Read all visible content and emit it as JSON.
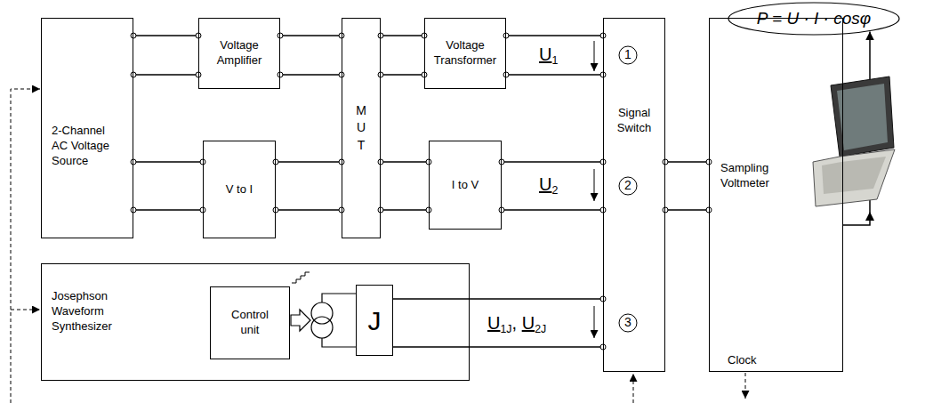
{
  "diagram": {
    "nodes": [
      {
        "text": [
          "2-Channel AC Voltage Source"
        ]
      },
      {
        "text": [
          "Voltage Amplifier"
        ]
      },
      {
        "text": [
          "V to I"
        ]
      },
      {
        "text": [
          "M U T"
        ]
      },
      {
        "text": [
          "Voltage Transformer"
        ]
      },
      {
        "text": [
          "I to V"
        ]
      },
      {
        "text": [
          "Signal Switch"
        ]
      },
      {
        "text": [
          "Sampling Voltmeter",
          "Clock"
        ]
      },
      {
        "text": [
          "Josephson Waveform Synthesizer"
        ]
      },
      {
        "text": [
          "Control unit"
        ],
        "in": 8
      },
      {
        "text": [
          "J"
        ],
        "in": 8
      },
      {
        "text": [
          "P = U · I · cosφ"
        ]
      }
    ],
    "edges": [
      {
        "from": 0,
        "to": 1,
        "arrow": "none"
      },
      {
        "from": 0,
        "to": 2,
        "arrow": "none"
      },
      {
        "from": 1,
        "to": 3,
        "arrow": "none"
      },
      {
        "from": 2,
        "to": 3,
        "arrow": "none"
      },
      {
        "from": 3,
        "to": 4,
        "arrow": "none"
      },
      {
        "from": 3,
        "to": 5,
        "arrow": "none"
      },
      {
        "from": 4,
        "to": 6,
        "arrow": "none"
      },
      {
        "from": 5,
        "to": 6,
        "arrow": "none"
      },
      {
        "from": 10,
        "to": 6,
        "arrow": "none"
      },
      {
        "from": 6,
        "to": 7,
        "arrow": "none"
      },
      {
        "from": 7,
        "to": 11,
        "arrow": "to"
      }
    ],
    "labels": [
      "U1",
      "1",
      "U2",
      "2",
      "U1J, U2J",
      "3"
    ]
  }
}
